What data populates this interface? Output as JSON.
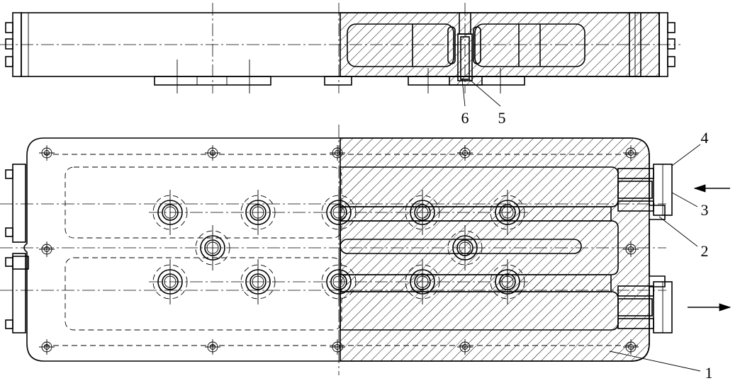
{
  "diagram": {
    "callouts": [
      {
        "id": "c1",
        "label": "1"
      },
      {
        "id": "c2",
        "label": "2"
      },
      {
        "id": "c3",
        "label": "3"
      },
      {
        "id": "c4",
        "label": "4"
      },
      {
        "id": "c5",
        "label": "5"
      },
      {
        "id": "c6",
        "label": "6"
      }
    ],
    "flow": {
      "inlet_arrow": "arrow-left-icon",
      "outlet_arrow": "arrow-right-icon"
    }
  }
}
